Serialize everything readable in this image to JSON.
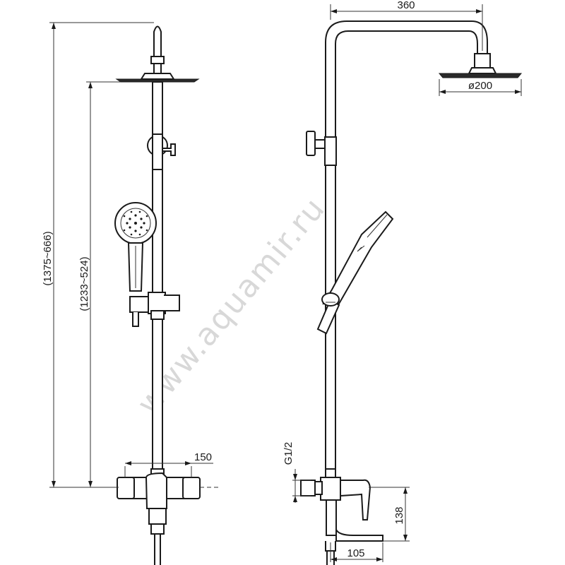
{
  "watermark": "www.aquamir.ru",
  "dimensions": {
    "total_height": "(1375~666)",
    "shower_height": "(1233~524)",
    "mixer_width": "150",
    "arm_length": "360",
    "head_diameter": "ø200",
    "thread": "G1/2",
    "mixer_height": "138",
    "spout_length": "105"
  }
}
